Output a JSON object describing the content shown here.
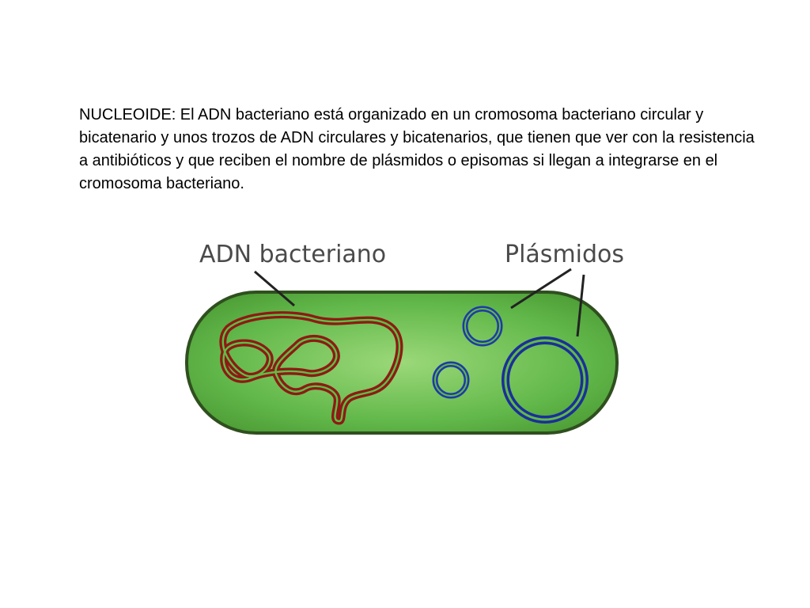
{
  "text": {
    "paragraph": "NUCLEOIDE: El ADN bacteriano está organizado en un cromosoma bacteriano circular y bicatenario y unos trozos de ADN circulares y bicatenarios, que tienen que ver con la resistencia a antibióticos y que reciben el nombre de plásmidos o episomas si llegan a integrarse en el cromosoma bacteriano."
  },
  "diagram": {
    "label_dna": "ADN bacteriano",
    "label_plasmids": "Plásmidos"
  },
  "colors": {
    "cell_fill": "#62b84a",
    "cell_outline": "#2f4f1f",
    "dna": "#a0201a",
    "plasmid": "#1e3aa8"
  }
}
